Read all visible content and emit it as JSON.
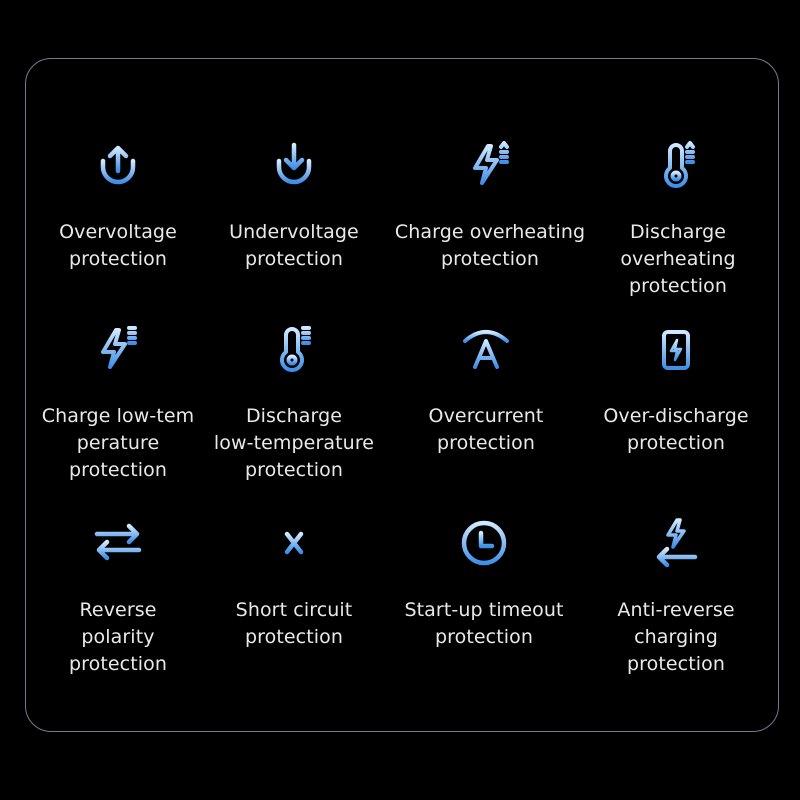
{
  "colors": {
    "background": "#000000",
    "border": "#6f7d8f",
    "text": "#e9e9e9",
    "icon_top": "#cfe9ff",
    "icon_bottom": "#3f8fe8"
  },
  "items": [
    {
      "icon": "arrow-up-u-icon",
      "label": "Overvoltage\nprotection"
    },
    {
      "icon": "arrow-down-u-icon",
      "label": "Undervoltage\nprotection"
    },
    {
      "icon": "lightning-heat-icon",
      "label": "Charge overheating\nprotection"
    },
    {
      "icon": "thermometer-heat-icon",
      "label": "Discharge\noverheating\nprotection"
    },
    {
      "icon": "lightning-cold-icon",
      "label": "Charge low-tem\nperature\nprotection"
    },
    {
      "icon": "thermometer-cold-icon",
      "label": "Discharge\nlow-temperature\nprotection"
    },
    {
      "icon": "overcurrent-icon",
      "label": "Overcurrent\nprotection"
    },
    {
      "icon": "battery-bolt-icon",
      "label": "Over-discharge\nprotection"
    },
    {
      "icon": "reverse-arrows-icon",
      "label": "Reverse\npolarity\nprotection"
    },
    {
      "icon": "short-circuit-icon",
      "label": "Short circuit\nprotection"
    },
    {
      "icon": "clock-icon",
      "label": "Start-up timeout\nprotection"
    },
    {
      "icon": "lightning-arrow-left-icon",
      "label": "Anti-reverse\ncharging\nprotection"
    }
  ]
}
